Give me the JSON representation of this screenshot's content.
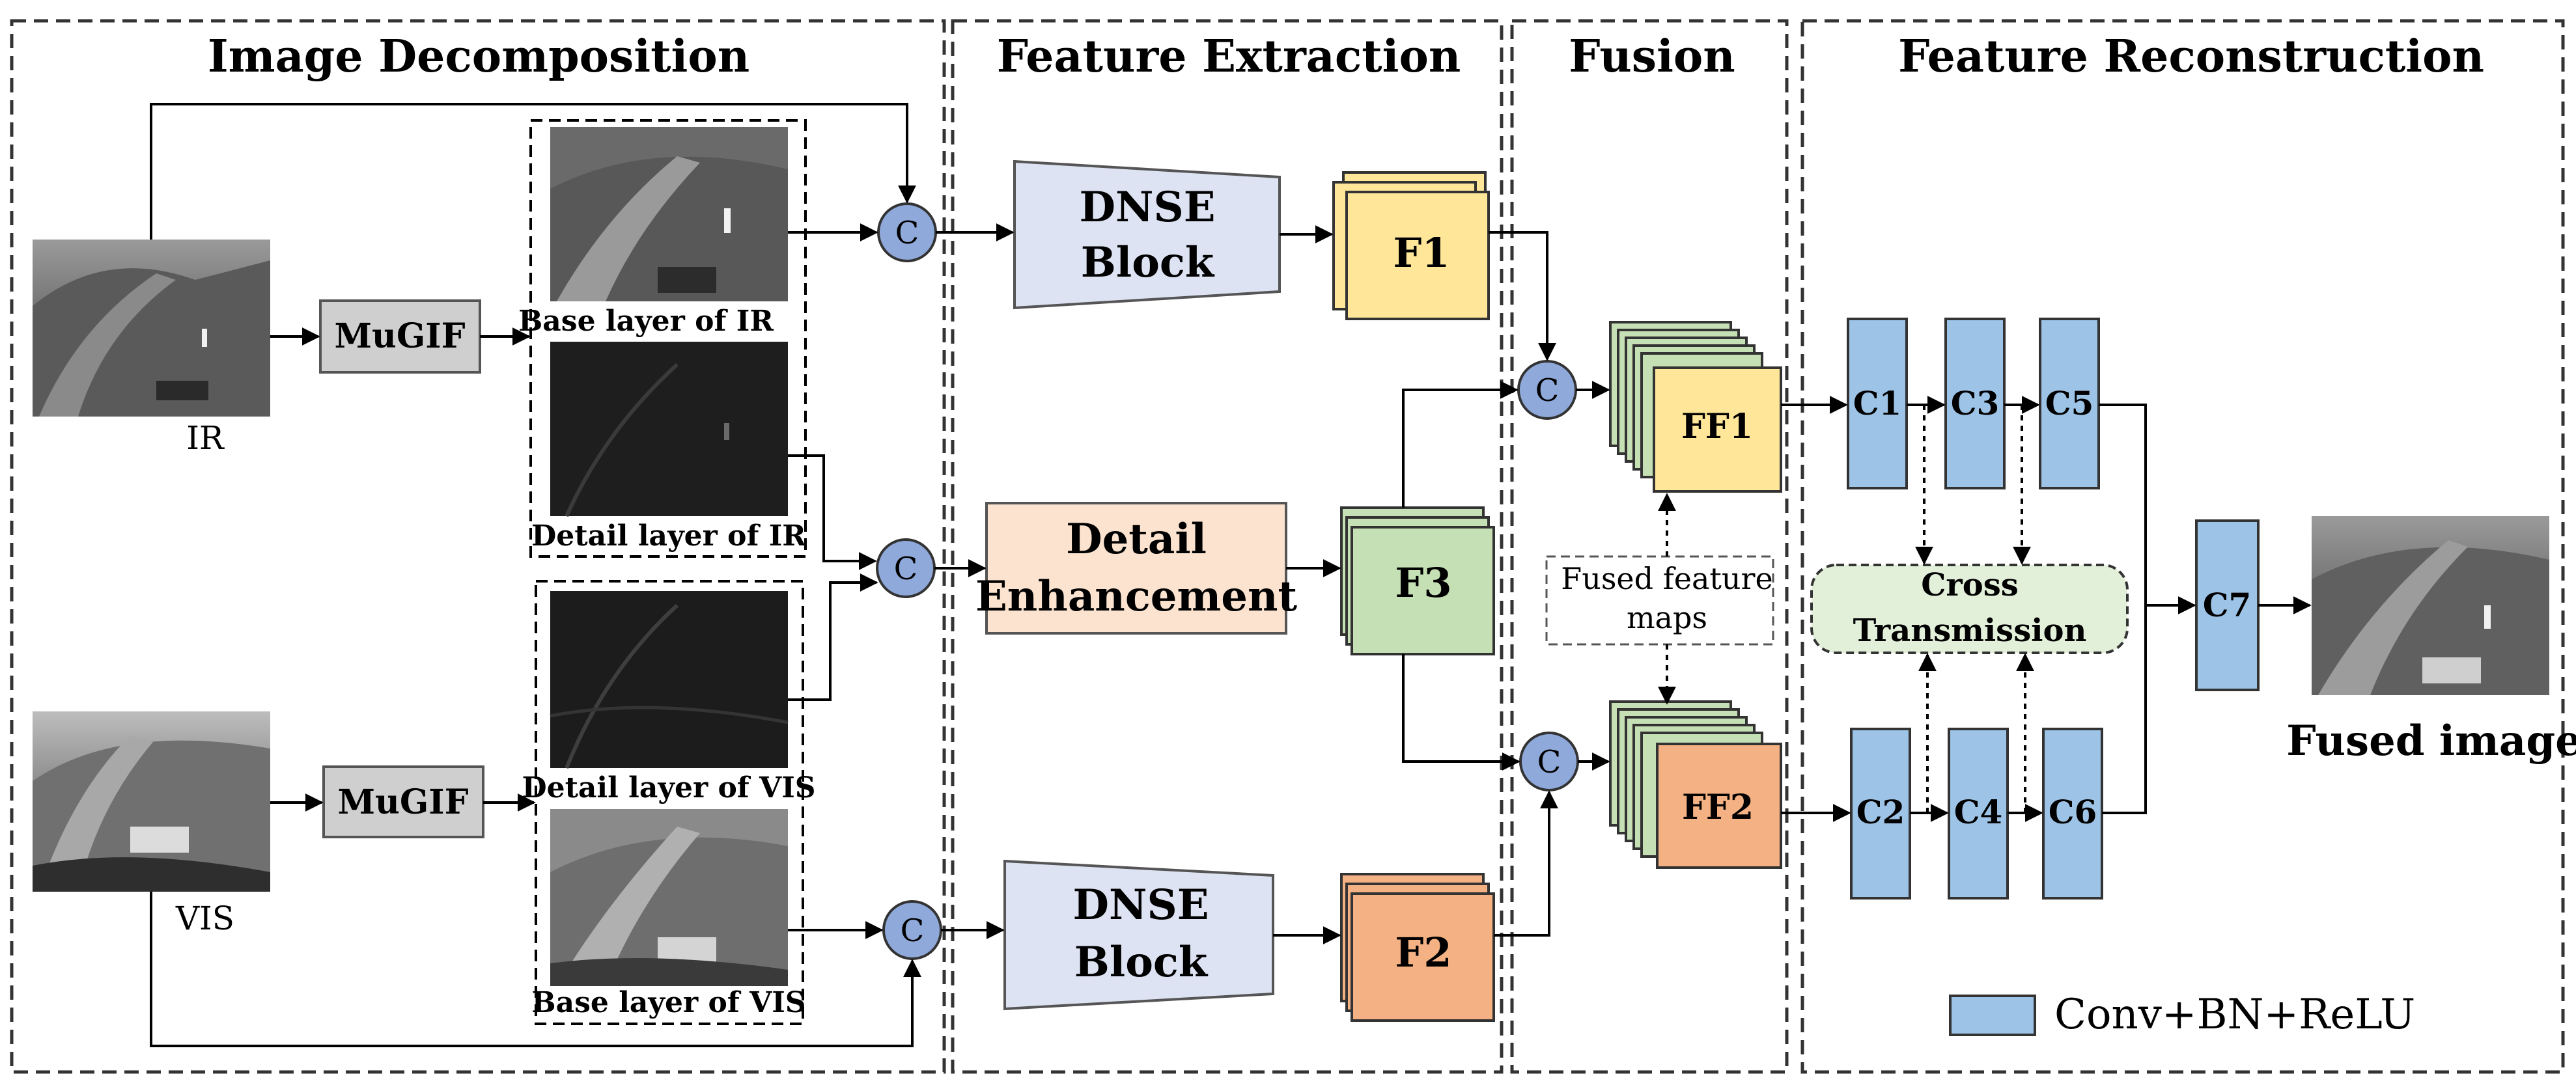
{
  "sections": {
    "decomposition": "Image Decomposition",
    "extraction": "Feature Extraction",
    "fusion": "Fusion",
    "reconstruction": "Feature Reconstruction"
  },
  "inputs": {
    "ir": "IR",
    "vis": "VIS"
  },
  "decomp": {
    "mugif": "MuGIF",
    "base_ir": "Base layer of IR",
    "detail_ir": "Detail layer of IR",
    "detail_vis": "Detail layer of VIS",
    "base_vis": "Base layer of VIS"
  },
  "concat": "C",
  "extract": {
    "dnse_line1": "DNSE",
    "dnse_line2": "Block",
    "detail_line1": "Detail",
    "detail_line2": "Enhancement"
  },
  "features": {
    "f1": "F1",
    "f2": "F2",
    "f3": "F3",
    "ff1": "FF1",
    "ff2": "FF2"
  },
  "fusion_note": {
    "line1": "Fused feature",
    "line2": "maps"
  },
  "convs": {
    "c1": "C1",
    "c2": "C2",
    "c3": "C3",
    "c4": "C4",
    "c5": "C5",
    "c6": "C6",
    "c7": "C7"
  },
  "cross": {
    "line1": "Cross",
    "line2": "Transmission"
  },
  "output": "Fused image",
  "legend": "Conv+BN+ReLU",
  "colors": {
    "section_border": "#333333",
    "concat_fill": "#8fa9db",
    "mugif_fill": "#cfcfcf",
    "dnse_fill": "#dde3f3",
    "detail_fill": "#fbe3cf",
    "f1_fill": "#ffe699",
    "f2_fill": "#f4b183",
    "f3_fill": "#c5e0b4",
    "conv_fill": "#9dc3e6",
    "cross_fill": "#e2efd9"
  }
}
